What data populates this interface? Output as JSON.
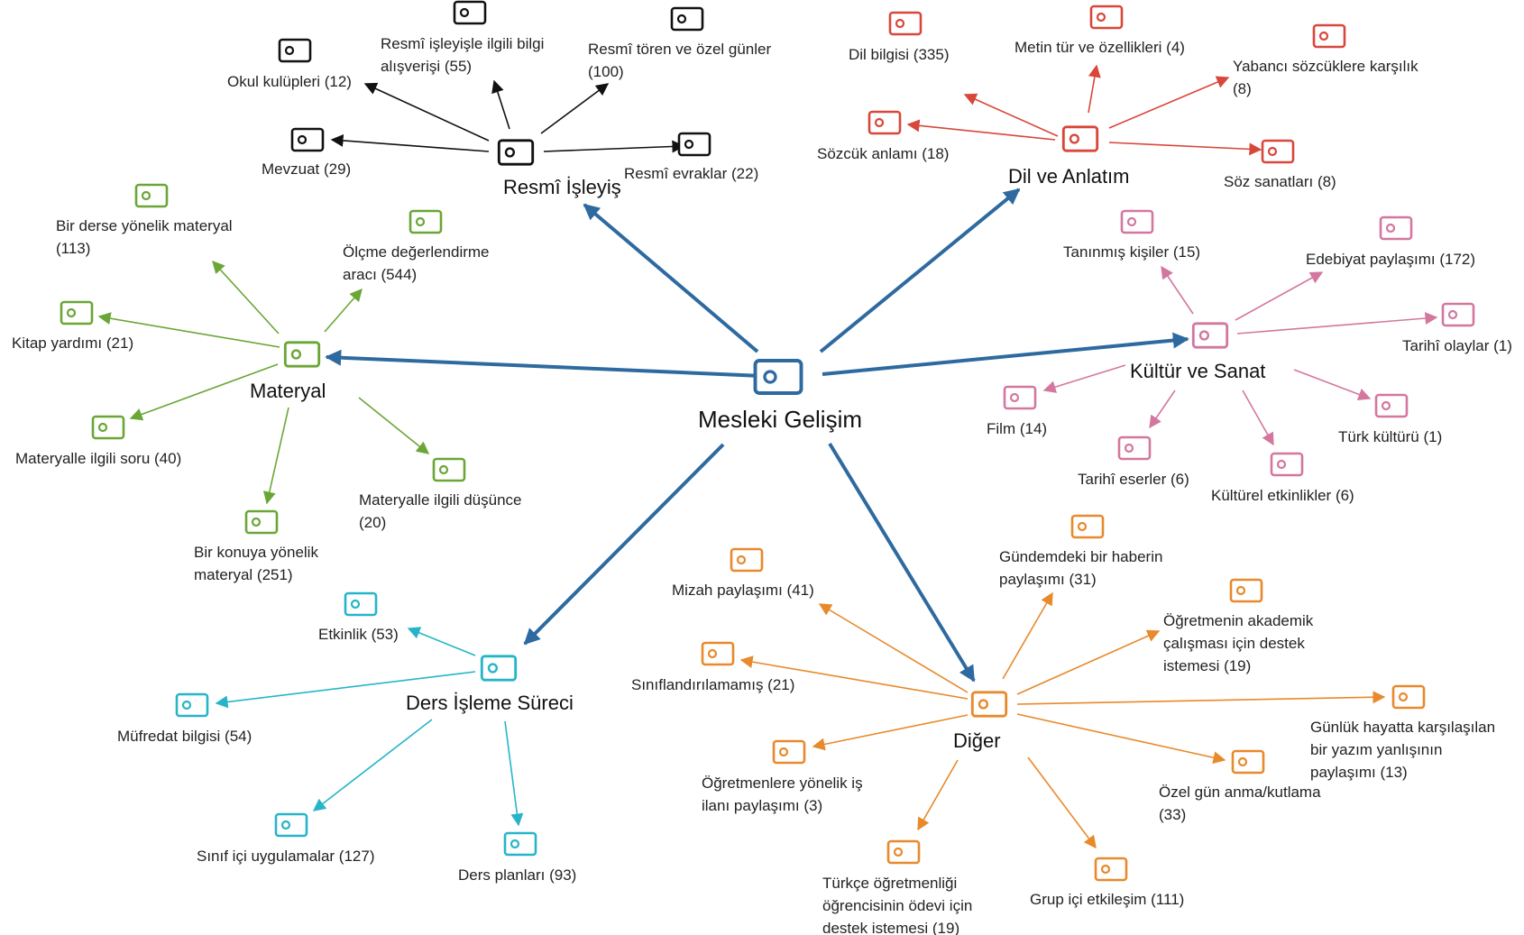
{
  "root": {
    "label": "Mesleki Gelişim",
    "color": "#2e6aa0"
  },
  "groups": [
    {
      "id": "resmi",
      "label": "Resmî İşleyiş",
      "color": "#111111",
      "items": [
        {
          "label": "Okul kulüpleri (12)"
        },
        {
          "label": "Resmî işleyişle ilgili bilgi alışverişi (55)"
        },
        {
          "label": "Resmî tören ve özel günler (100)"
        },
        {
          "label": "Mevzuat (29)"
        },
        {
          "label": "Resmî evraklar (22)"
        }
      ]
    },
    {
      "id": "dil",
      "label": "Dil ve Anlatım",
      "color": "#d8473a",
      "items": [
        {
          "label": "Dil bilgisi (335)"
        },
        {
          "label": "Metin tür ve özellikleri (4)"
        },
        {
          "label": "Yabancı sözcüklere karşılık (8)"
        },
        {
          "label": "Sözcük anlamı (18)"
        },
        {
          "label": "Söz sanatları (8)"
        }
      ]
    },
    {
      "id": "materyal",
      "label": "Materyal",
      "color": "#6aa636",
      "items": [
        {
          "label": "Bir derse yönelik materyal (113)"
        },
        {
          "label": "Ölçme değerlendirme aracı (544)"
        },
        {
          "label": "Kitap yardımı (21)"
        },
        {
          "label": "Materyalle ilgili soru (40)"
        },
        {
          "label": "Materyalle ilgili düşünce (20)"
        },
        {
          "label": "Bir konuya yönelik materyal (251)"
        }
      ]
    },
    {
      "id": "kultur",
      "label": "Kültür ve Sanat",
      "color": "#d3779f",
      "items": [
        {
          "label": "Tanınmış kişiler (15)"
        },
        {
          "label": "Edebiyat paylaşımı (172)"
        },
        {
          "label": "Tarihî olaylar (1)"
        },
        {
          "label": "Film (14)"
        },
        {
          "label": "Türk kültürü (1)"
        },
        {
          "label": "Tarihî eserler (6)"
        },
        {
          "label": "Kültürel etkinlikler (6)"
        }
      ]
    },
    {
      "id": "ders",
      "label": "Ders İşleme Süreci",
      "color": "#26b5c8",
      "items": [
        {
          "label": "Etkinlik (53)"
        },
        {
          "label": "Müfredat bilgisi (54)"
        },
        {
          "label": "Sınıf içi uygulamalar (127)"
        },
        {
          "label": "Ders planları (93)"
        }
      ]
    },
    {
      "id": "diger",
      "label": "Diğer",
      "color": "#e8892b",
      "items": [
        {
          "label": "Mizah paylaşımı (41)"
        },
        {
          "label": "Gündemdeki bir haberin paylaşımı (31)"
        },
        {
          "label": "Öğretmenin akademik çalışması için destek istemesi (19)"
        },
        {
          "label": "Sınıflandırılamamış (21)"
        },
        {
          "label": "Günlük hayatta karşılaşılan bir yazım yanlışının paylaşımı (13)"
        },
        {
          "label": "Öğretmenlere yönelik iş ilanı paylaşımı (3)"
        },
        {
          "label": "Özel gün anma/kutlama (33)"
        },
        {
          "label": "Türkçe öğretmenliği öğrencisinin ödevi için destek istemesi (19)"
        },
        {
          "label": "Grup içi etkileşim (111)"
        }
      ]
    }
  ]
}
